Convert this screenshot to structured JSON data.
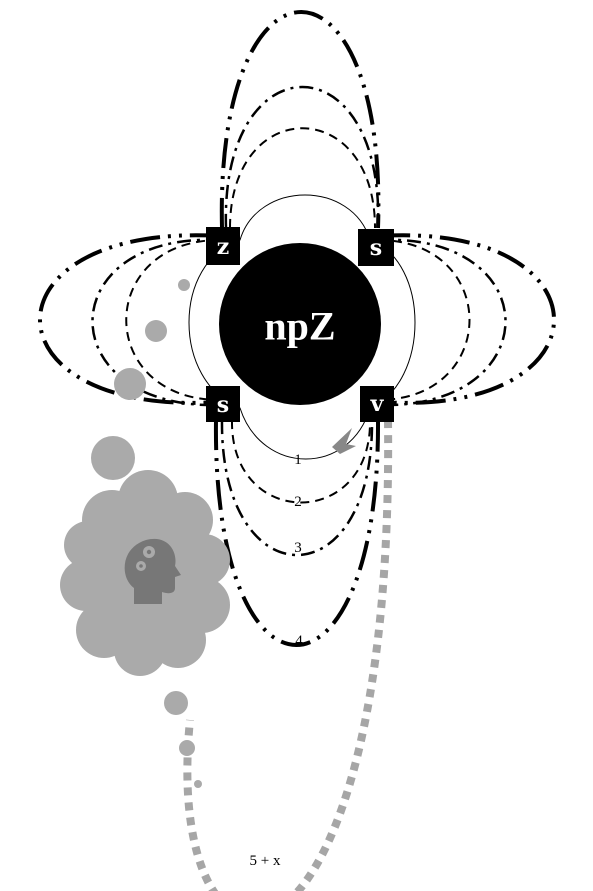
{
  "center": {
    "label": "npZ"
  },
  "corners": {
    "top_left": "z",
    "top_right": "s",
    "bottom_left": "s",
    "bottom_right": "v"
  },
  "loops": {
    "l1": "1",
    "l2": "2",
    "l3": "3",
    "l4": "4",
    "l5": "5 + x"
  },
  "colors": {
    "ink": "#000000",
    "thought": "#aaaaaa",
    "head_icon": "#777777",
    "dotted_loop": "#a6a6a6",
    "arrow": "#888888"
  },
  "icons": [
    "thinking-head-icon",
    "gears-icon",
    "arrow-icon"
  ]
}
